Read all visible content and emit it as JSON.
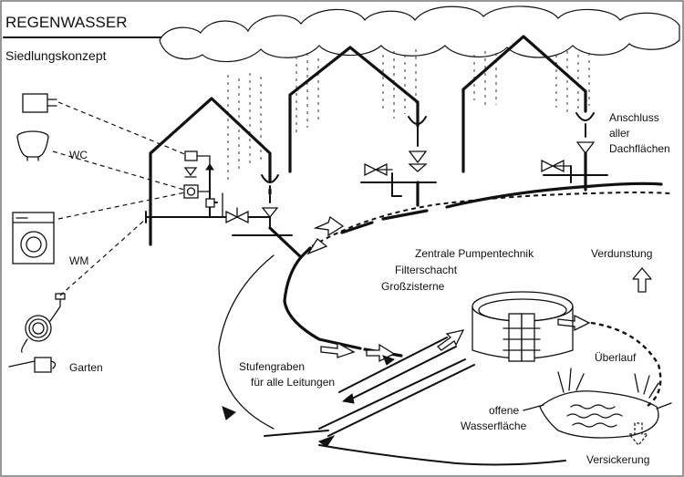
{
  "title": "REGENWASSER",
  "subtitle": "Siedlungskonzept",
  "labels": {
    "wc": "WC",
    "wm": "WM",
    "garten": "Garten",
    "anschluss_1": "Anschluss",
    "anschluss_2": "aller",
    "anschluss_3": "Dachflächen",
    "zentrale_1": "Zentrale Pumpentechnik",
    "zentrale_2": "Filterschacht",
    "zentrale_3": "Großzisterne",
    "verdunstung": "Verdunstung",
    "stufengraben_1": "Stufengraben",
    "stufengraben_2": "für alle Leitungen",
    "ueberlauf": "Überlauf",
    "offene_1": "offene",
    "offene_2": "Wasserfläche",
    "versickerung": "Versickerung"
  },
  "icons": [
    "light-switch-icon",
    "toilet-icon",
    "washing-machine-icon",
    "garden-hose-icon",
    "watering-can-icon",
    "cloud-icon",
    "gutter-funnel-icon",
    "valve-icon",
    "cistern-icon",
    "pond-icon"
  ]
}
